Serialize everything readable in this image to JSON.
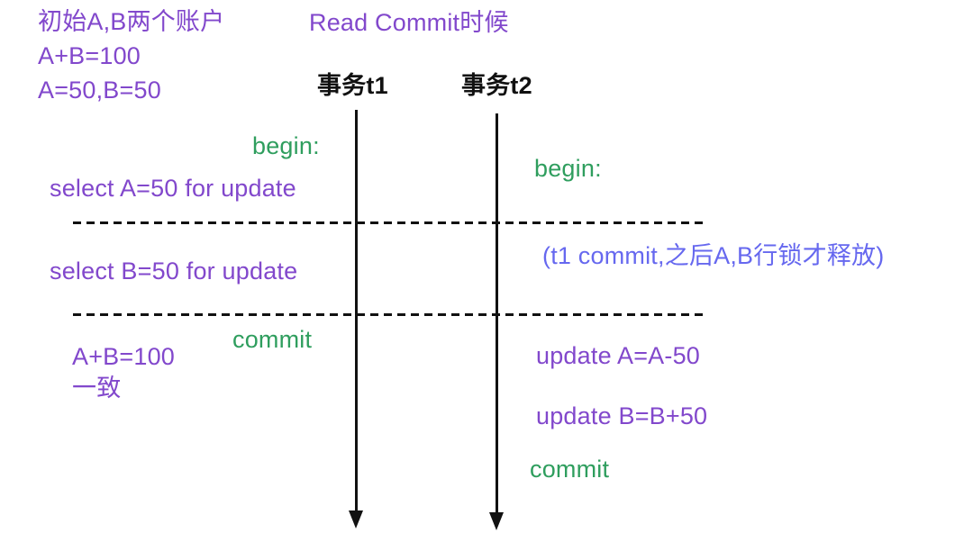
{
  "diagram": {
    "title": "Read Commit时候",
    "intro": {
      "line1": "初始A,B两个账户",
      "line2": "A+B=100",
      "line3": "A=50,B=50"
    },
    "timelines": {
      "t1_label": "事务t1",
      "t2_label": "事务t2"
    },
    "t1_events": {
      "begin": "begin:",
      "select_a": "select A=50 for update",
      "select_b": "select B=50 for update",
      "commit": "commit",
      "result_line1": "A+B=100",
      "result_line2": "一致"
    },
    "t2_events": {
      "begin": "begin:",
      "lock_note": "(t1 commit,之后A,B行锁才释放)",
      "update_a": "update A=A-50",
      "update_b": "update B=B+50",
      "commit": "commit"
    },
    "colors": {
      "statement_purple": "#8248cc",
      "note_blue": "#6668ef",
      "marker_green": "#2f9e5e",
      "line_black": "#111111",
      "background": "#ffffff"
    }
  }
}
